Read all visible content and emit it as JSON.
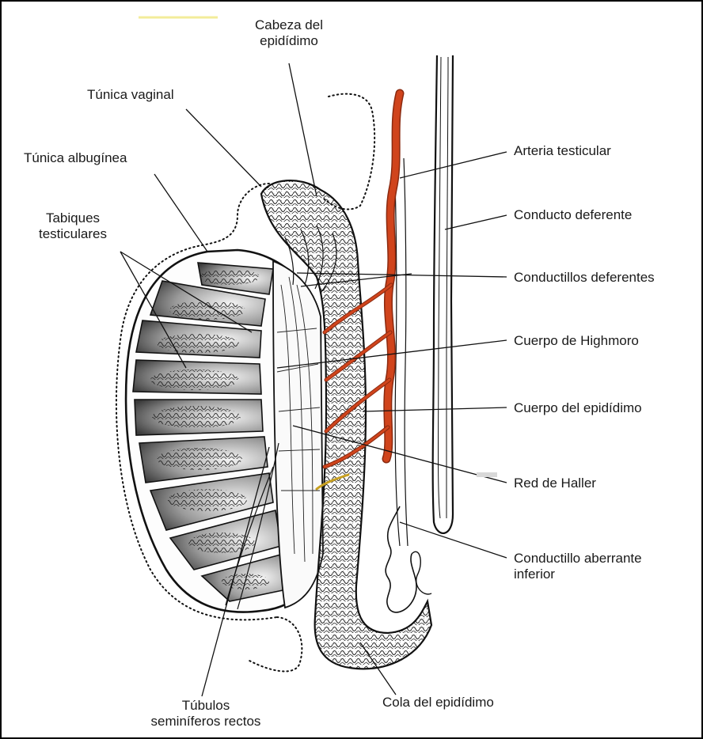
{
  "labels": {
    "cabeza": [
      "Cabeza del",
      "epidídimo"
    ],
    "tunica_vaginal": "Túnica vaginal",
    "tunica_albuginea": "Túnica albugínea",
    "tabiques": [
      "Tabiques",
      "testiculares"
    ],
    "arteria": "Arteria testicular",
    "conducto_deferente": "Conducto deferente",
    "conductillos": "Conductillos deferentes",
    "highmoro": "Cuerpo de Highmoro",
    "cuerpo_epididimo": "Cuerpo del epidídimo",
    "haller": "Red de Haller",
    "aberrante": [
      "Conductillo aberrante",
      "inferior"
    ],
    "cola": "Cola del epidídimo",
    "tubulos": [
      "Túbulos",
      "seminíferos rectos"
    ]
  },
  "colors": {
    "artery": "#d0441c",
    "artery_dark": "#8a2a10",
    "ink": "#1a1a1a",
    "border": "#000000"
  }
}
